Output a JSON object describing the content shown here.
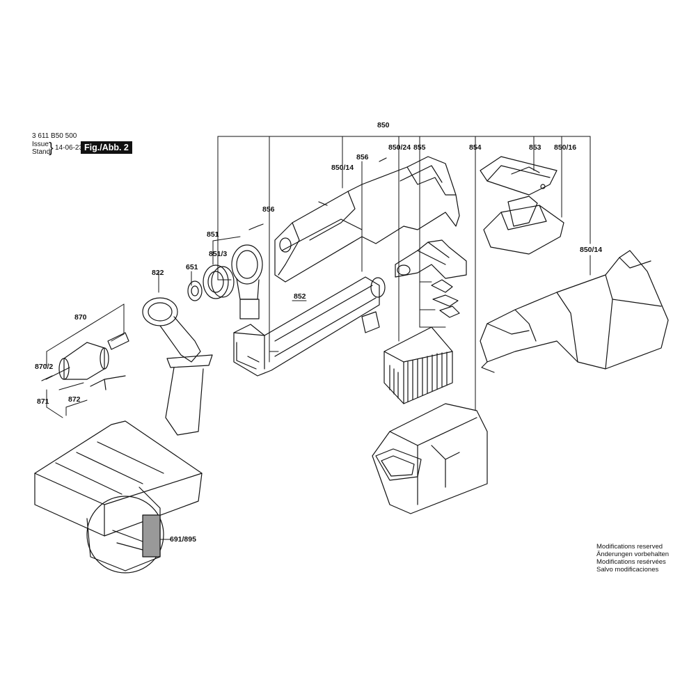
{
  "header": {
    "part_number": "3 611 B50 500",
    "issue_label": "Issue",
    "stand_label": "Stand",
    "brace": "}",
    "date": "14-06-23",
    "figure_label": "Fig./Abb. 2"
  },
  "callouts": {
    "c850": "850",
    "c850_14_top": "850/14",
    "c856_top": "856",
    "c850_24": "850/24",
    "c855": "855",
    "c854": "854",
    "c853": "853",
    "c850_16": "850/16",
    "c856_left": "856",
    "c851": "851",
    "c851_3": "851/3",
    "c651": "651",
    "c822": "822",
    "c852": "852",
    "c850_14_right": "850/14",
    "c870": "870",
    "c870_2": "870/2",
    "c871": "871",
    "c872": "872",
    "c691_895": "691/895"
  },
  "notes": [
    "Modifications reserved",
    "Änderungen vorbehalten",
    "Modifications resérvées",
    "Salvo modificaciones"
  ]
}
